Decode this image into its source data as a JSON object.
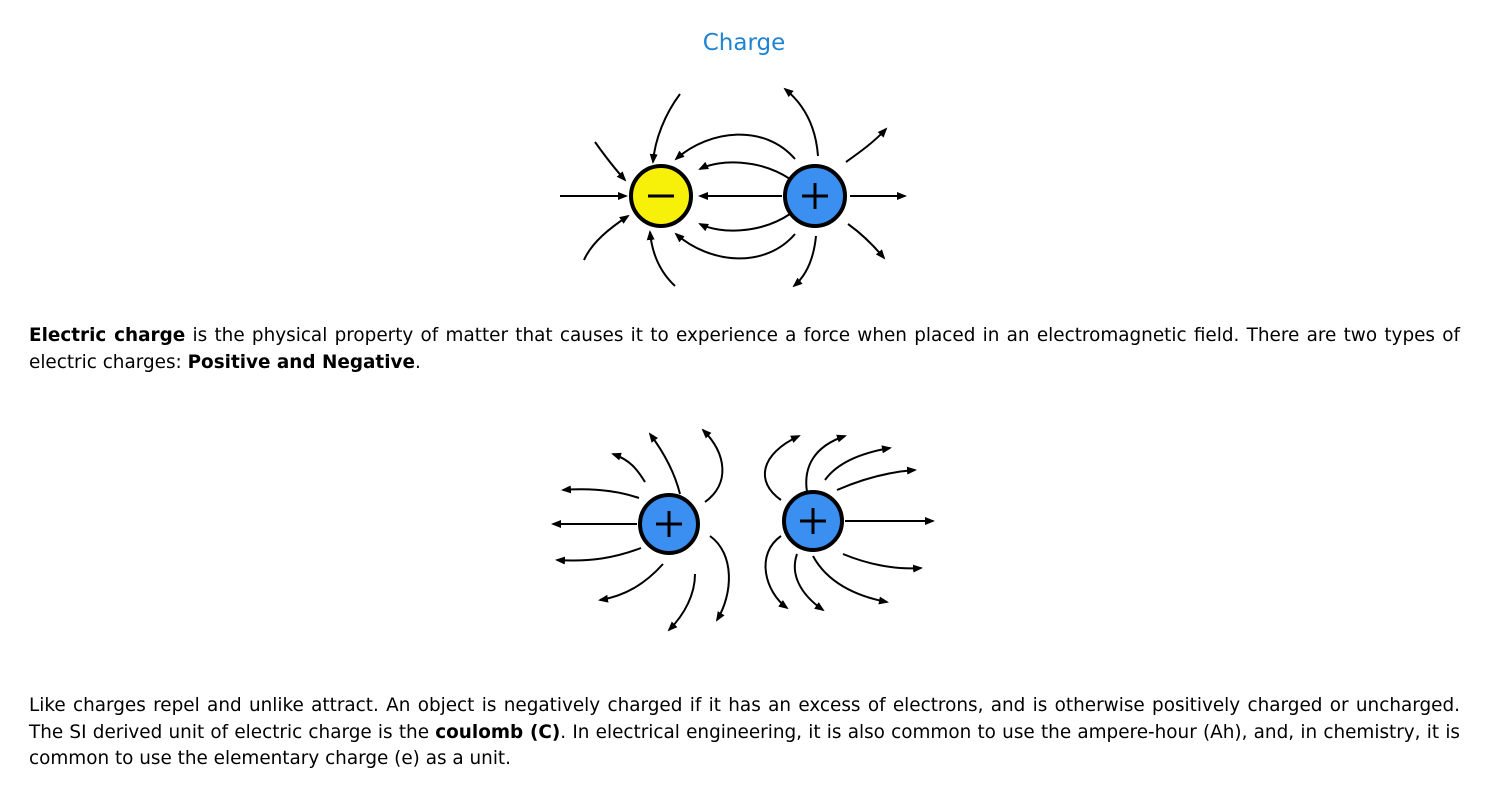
{
  "page": {
    "title": "Charge",
    "title_color": "#1e83d1"
  },
  "figures": {
    "dipole": {
      "negative_charge_color": "#f7f008",
      "positive_charge_color": "#3a8ff0",
      "negative_symbol": "−",
      "positive_symbol": "+"
    },
    "like_charges": {
      "positive_charge_color": "#3a8ff0",
      "positive_symbol": "+"
    }
  },
  "paragraph1": {
    "term": "Electric charge",
    "text_a": " is the physical property of matter that causes it to experience a force when placed in an electromagnetic field. There are two types of electric charges: ",
    "types": "Positive and Negative",
    "text_b": "."
  },
  "paragraph2": {
    "text_a": "Like charges repel and unlike attract. An object is negatively charged if it has an excess of electrons, and is otherwise positively charged or uncharged. The SI derived unit of electric charge is the ",
    "unit": "coulomb (C)",
    "text_b": ". In electrical engineering, it is also common to use the ampere-hour (Ah), and, in chemistry, it is common to use the elementary charge (e) as a unit."
  }
}
